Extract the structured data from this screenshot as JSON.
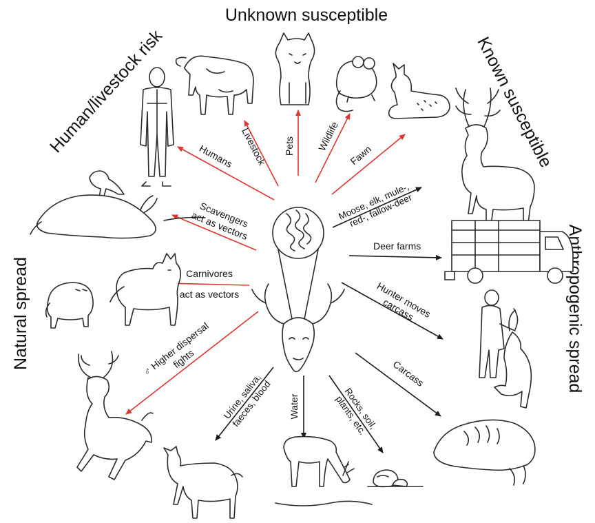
{
  "sections": {
    "unknown_susceptible": "Unknown susceptible",
    "known_susceptible": "Known susceptible",
    "human_livestock_risk": "Human/livestock risk",
    "natural_spread": "Natural spread",
    "anthropogenic_spread": "Anthropogenic spread"
  },
  "arrows": {
    "humans": "Humans",
    "livestock": "Livestock",
    "pets": "Pets",
    "wildlife": "Wildlife",
    "fawn": "Fawn",
    "moose_line1": "Moose, elk, mule-,",
    "moose_line2": "red-, fallow-deer",
    "deer_farms": "Deer farms",
    "scavengers_line1": "Scavengers",
    "scavengers_line2": "act as vectors",
    "carnivores_line1": "Carnivores",
    "carnivores_line2": "act as vectors",
    "hunter_line1": "Hunter moves",
    "hunter_line2": "carcass",
    "carcass": "Carcass",
    "dispersal_line1": "♂ Higher dispersal",
    "dispersal_line2": "fights",
    "urine_line1": "Urine, saliva,",
    "urine_line2": "faeces, blood",
    "water": "Water",
    "rocks_line1": "Rocks, soil,",
    "rocks_line2": "plants, etc."
  },
  "colors": {
    "red_arrow": "#e0342f",
    "black_arrow": "#1a1a1a"
  },
  "icons": {
    "center": "deer-head-with-prion-magnifier",
    "human": "standing-man",
    "cow": "cow",
    "cat": "cat",
    "mouse": "mouse",
    "fawn": "lying-fawn",
    "elk": "elk",
    "truck": "livestock-truck",
    "hunter": "hunter-dragging-deer",
    "carcass": "deer-carcass",
    "rocks": "rocks",
    "drinking_deer": "drinking-deer",
    "doe": "doe",
    "running_buck": "running-buck",
    "wolf": "wolf",
    "raccoon": "raccoon",
    "scavenger": "bird-on-carcass"
  }
}
